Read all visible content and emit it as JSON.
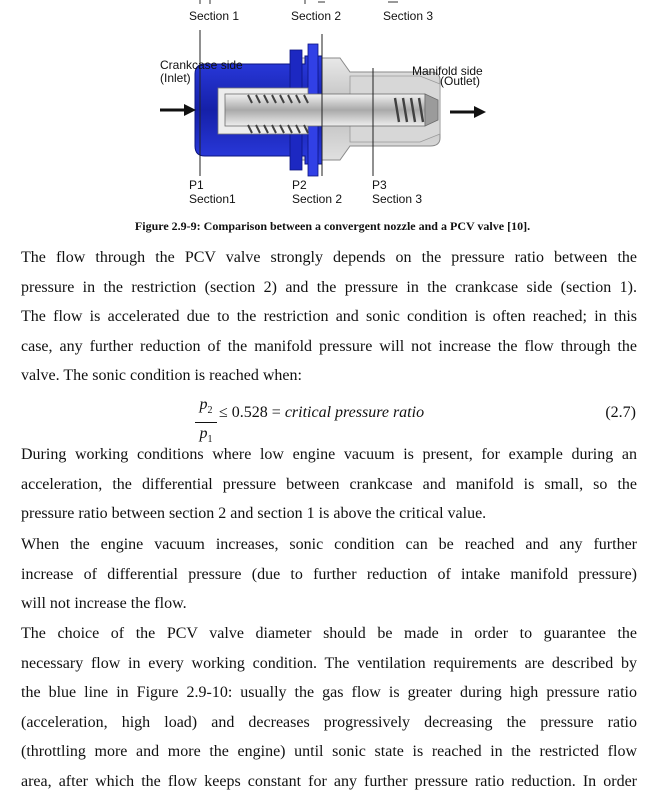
{
  "figure": {
    "top_labels": [
      "Section 1",
      "Section 2",
      "Section 3"
    ],
    "inlet_label": [
      "Crankcase side",
      "(Inlet)"
    ],
    "outlet_label": [
      "Manifold side",
      "(Outlet)"
    ],
    "bottom_labels": [
      {
        "p": "P1",
        "s": "Section1"
      },
      {
        "p": "P2",
        "s": "Section 2"
      },
      {
        "p": "P3",
        "s": "Section 3"
      }
    ],
    "caption": "Figure 2.9-9: Comparison between a convergent nozzle and a PCV valve [10].",
    "colors": {
      "valve_blue": "#1f2fd0",
      "housing_grey": "#c9c9c9",
      "spring": "#7a7a7a"
    }
  },
  "text": {
    "p1": [
      "The flow through the PCV valve strongly depends on the pressure ratio between the",
      "pressure in the restriction (section 2) and the pressure in the crankcase side (section 1).",
      "The flow is accelerated due to the restriction and sonic condition is often reached; in this",
      "case, any further reduction of the manifold pressure will not increase the flow through the",
      "valve. The sonic condition is reached when:"
    ],
    "equation": {
      "num": "p",
      "num_sub": "2",
      "den": "p",
      "den_sub": "1",
      "rel": "≤ 0.528 = ",
      "rhs": "critical pressure ratio",
      "number": "(2.7)"
    },
    "p2": [
      "During working conditions where low engine vacuum is present, for example during an",
      "acceleration, the differential pressure between crankcase and manifold is small, so the",
      "pressure ratio between section 2 and section 1 is above the critical value."
    ],
    "p3": [
      "When the engine vacuum increases, sonic condition can be reached and any further",
      "increase of differential pressure (due to further reduction of intake manifold pressure)",
      "will not increase the flow."
    ],
    "p4": [
      "The choice of the PCV valve diameter should be made in order to guarantee the",
      "necessary flow in every working condition. The ventilation requirements are described by",
      "the blue line in Figure 2.9-10: usually the gas flow is greater during high pressure ratio",
      "(acceleration, high load) and decreases progressively decreasing the pressure ratio",
      "(throttling more and more the engine) until sonic state is reached in the restricted flow",
      "area, after which the flow keeps constant for any further pressure ratio reduction. In order"
    ]
  }
}
